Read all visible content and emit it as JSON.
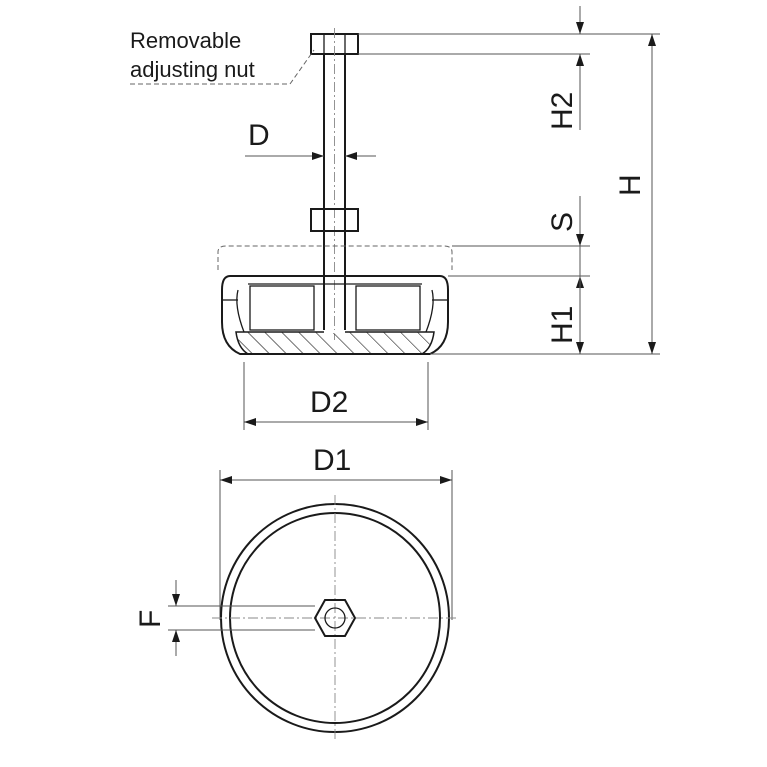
{
  "callout": {
    "line1": "Removable",
    "line2": "adjusting nut"
  },
  "dimensions": {
    "d": "D",
    "d1": "D1",
    "d2": "D2",
    "h": "H",
    "h1": "H1",
    "h2": "H2",
    "s": "S",
    "f": "F"
  },
  "colors": {
    "line": "#1a1a1a",
    "background": "#ffffff"
  }
}
